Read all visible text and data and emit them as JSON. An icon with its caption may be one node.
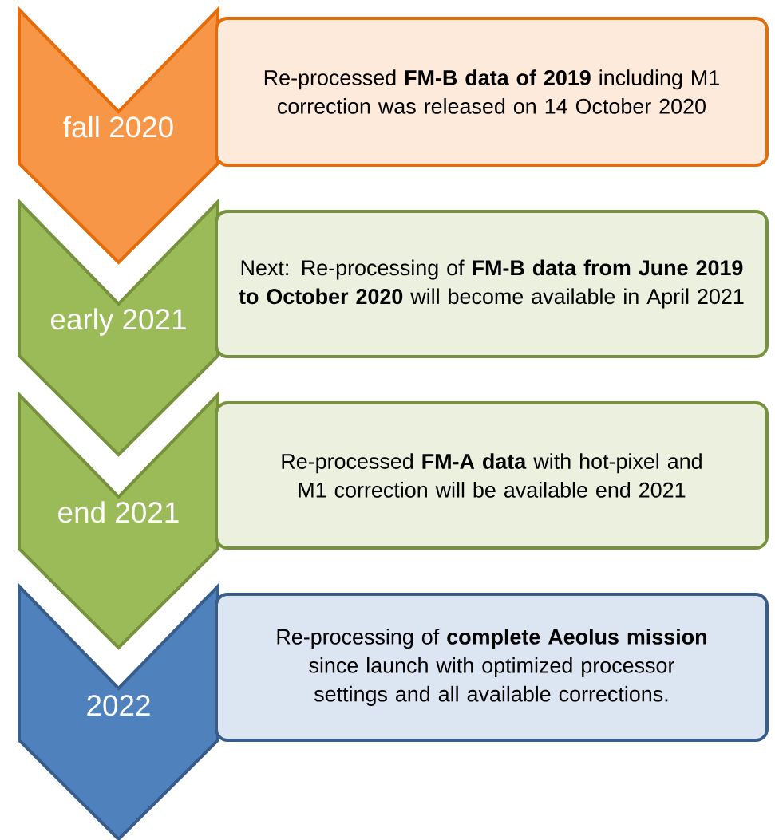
{
  "diagram": {
    "nodes": [
      {
        "text": [
          "fall 2020"
        ]
      },
      {
        "text": [
          "Re-processed **FM-B data of 2019** including M1 correction was released on 14 October 2020"
        ]
      },
      {
        "text": [
          "early 2021"
        ]
      },
      {
        "text": [
          "Next: Re-processing of **FM-B data from June 2019 to October 2020** will become available in April 2021"
        ]
      },
      {
        "text": [
          "end 2021"
        ]
      },
      {
        "text": [
          "Re-processed **FM-A data** with hot-pixel and M1 correction will be available end 2021"
        ]
      },
      {
        "text": [
          "2022"
        ]
      },
      {
        "text": [
          "Re-processing of **complete Aeolus mission** since launch with optimized processor settings and all available corrections."
        ]
      }
    ]
  }
}
